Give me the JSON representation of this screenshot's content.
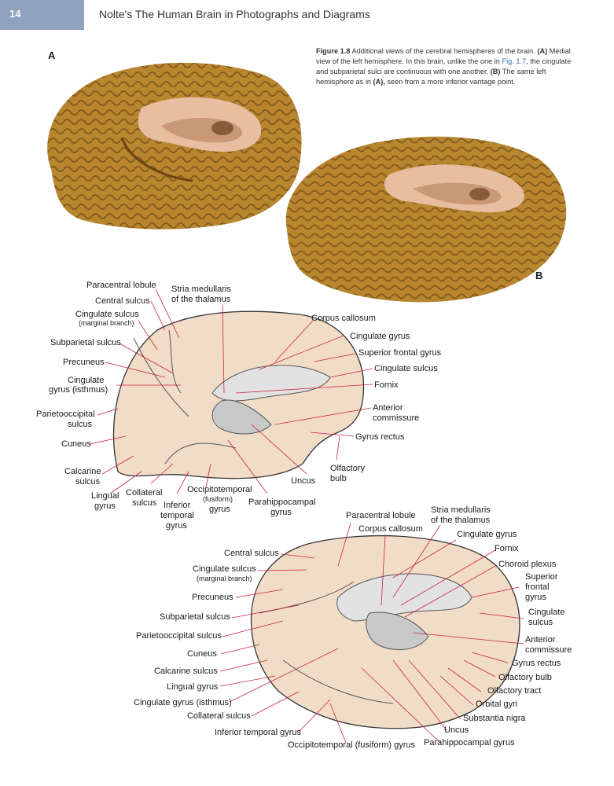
{
  "header": {
    "page_number": "14",
    "running_title": "Nolte's The Human Brain in Photographs and Diagrams"
  },
  "caption": {
    "figure_label": "Figure 1.8",
    "text_1": "Additional views of the cerebral hemispheres of the brain.",
    "a_label": "(A)",
    "text_2": "Medial view of the left hemisphere. In this brain, unlike the one in",
    "fig_ref": "Fig. 1.7",
    "text_3": ", the cingulate and subparietal sulci are continuous with one another.",
    "b_label": "(B)",
    "text_4": "The same left hemisphere as in",
    "a_ref": "(A),",
    "text_5": "seen from a more inferior vantage point."
  },
  "panels": {
    "a": "A",
    "b": "B"
  },
  "diagram_a_labels": [
    "Paracentral lobule",
    "Stria medullaris",
    "of the thalamus",
    "Central sulcus",
    "Cingulate sulcus",
    "(marginal branch)",
    "Corpus callosum",
    "Subparietal sulcus",
    "Cingulate gyrus",
    "Superior frontal gyrus",
    "Precuneus",
    "Cingulate sulcus",
    "Cingulate",
    "gyrus (isthmus)",
    "Fornix",
    "Parietooccipital",
    "sulcus",
    "Anterior",
    "commissure",
    "Gyrus rectus",
    "Cuneus",
    "Olfactory",
    "bulb",
    "Calcarine",
    "sulcus",
    "Uncus",
    "Lingual",
    "gyrus",
    "Collateral",
    "sulcus",
    "Inferior",
    "temporal",
    "gyrus",
    "Occipitotemporal",
    "(fusiform)",
    "gyrus",
    "Parahippocampal",
    "gyrus"
  ],
  "diagram_b_labels": [
    "Paracentral lobule",
    "Stria medullaris",
    "of the thalamus",
    "Corpus callosum",
    "Cingulate gyrus",
    "Central sulcus",
    "Fornix",
    "Choroid plexus",
    "Cingulate sulcus",
    "(marginal branch)",
    "Superior",
    "frontal",
    "gyrus",
    "Precuneus",
    "Cingulate",
    "sulcus",
    "Subparietal sulcus",
    "Parietooccipital sulcus",
    "Anterior",
    "commissure",
    "Cuneus",
    "Gyrus rectus",
    "Calcarine sulcus",
    "Olfactory bulb",
    "Lingual gyrus",
    "Olfactory tract",
    "Cingulate gyrus (isthmus)",
    "Orbital gyri",
    "Collateral sulcus",
    "Substantia nigra",
    "Uncus",
    "Inferior temporal gyrus",
    "Occipitotemporal (fusiform) gyrus",
    "Parahippocampal gyrus"
  ],
  "colors": {
    "header_box": "#8fa3bf",
    "brain_tissue": "#b8862f",
    "diagram_fill": "#f1dcc8",
    "leader_line": "#cc2244"
  }
}
